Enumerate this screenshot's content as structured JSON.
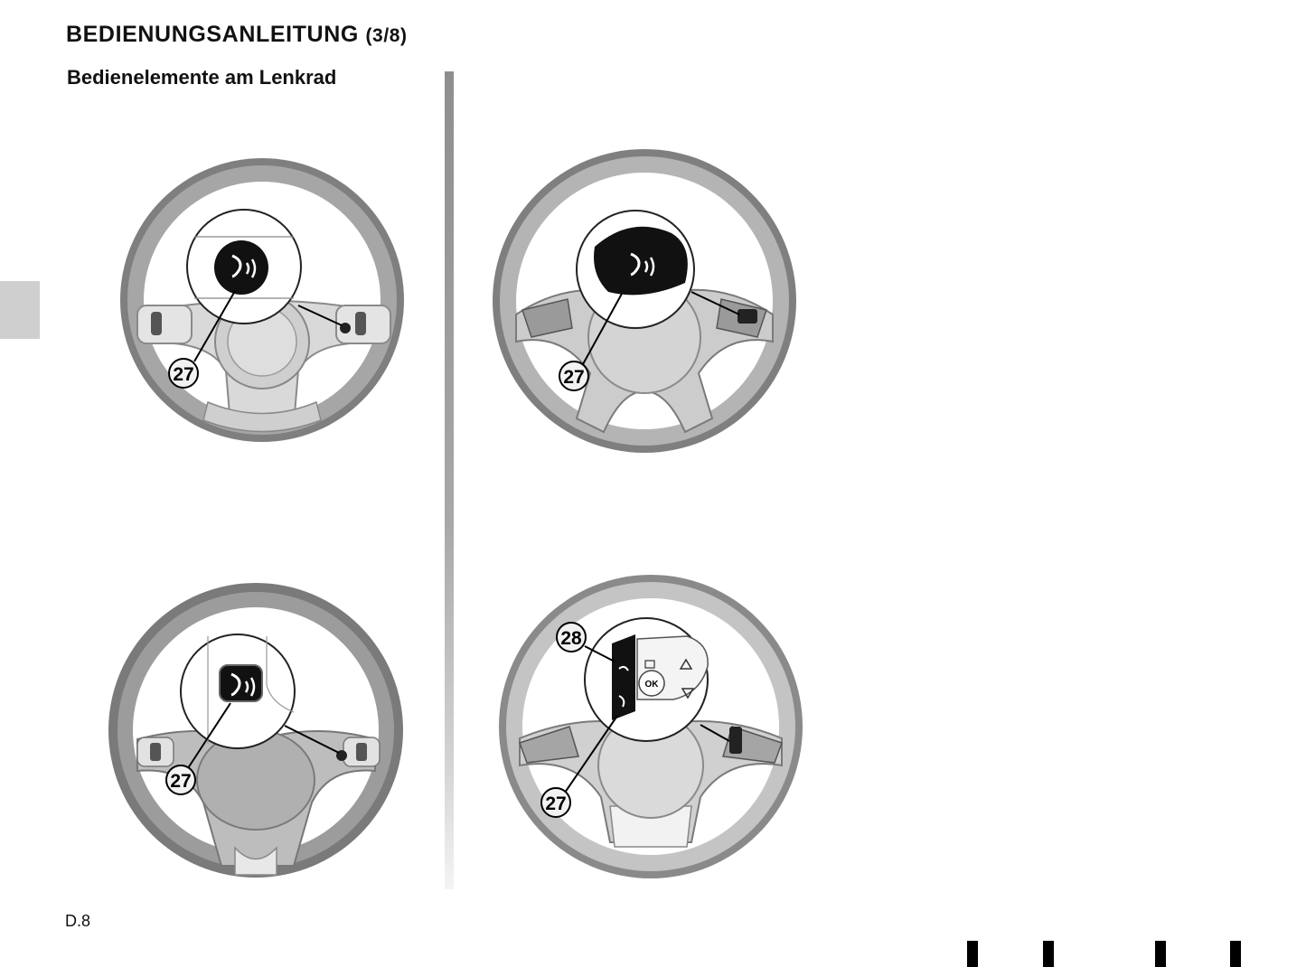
{
  "header": {
    "title": "BEDIENUNGSANLEITUNG",
    "part": "(3/8)"
  },
  "section": {
    "title": "Bedienelemente am Lenkrad"
  },
  "figures": [
    {
      "callouts": [
        "27"
      ]
    },
    {
      "callouts": [
        "27"
      ]
    },
    {
      "callouts": [
        "27"
      ]
    },
    {
      "callouts": [
        "28",
        "27"
      ],
      "button_labels": {
        "ok": "OK"
      }
    }
  ],
  "footer": {
    "page_number": "D.8"
  },
  "colors": {
    "rim": "#8a8a8a",
    "rim_light": "#c8c8c8",
    "hub": "#d6d6d6",
    "button": "#111111",
    "tab": "#cfcfcf"
  }
}
